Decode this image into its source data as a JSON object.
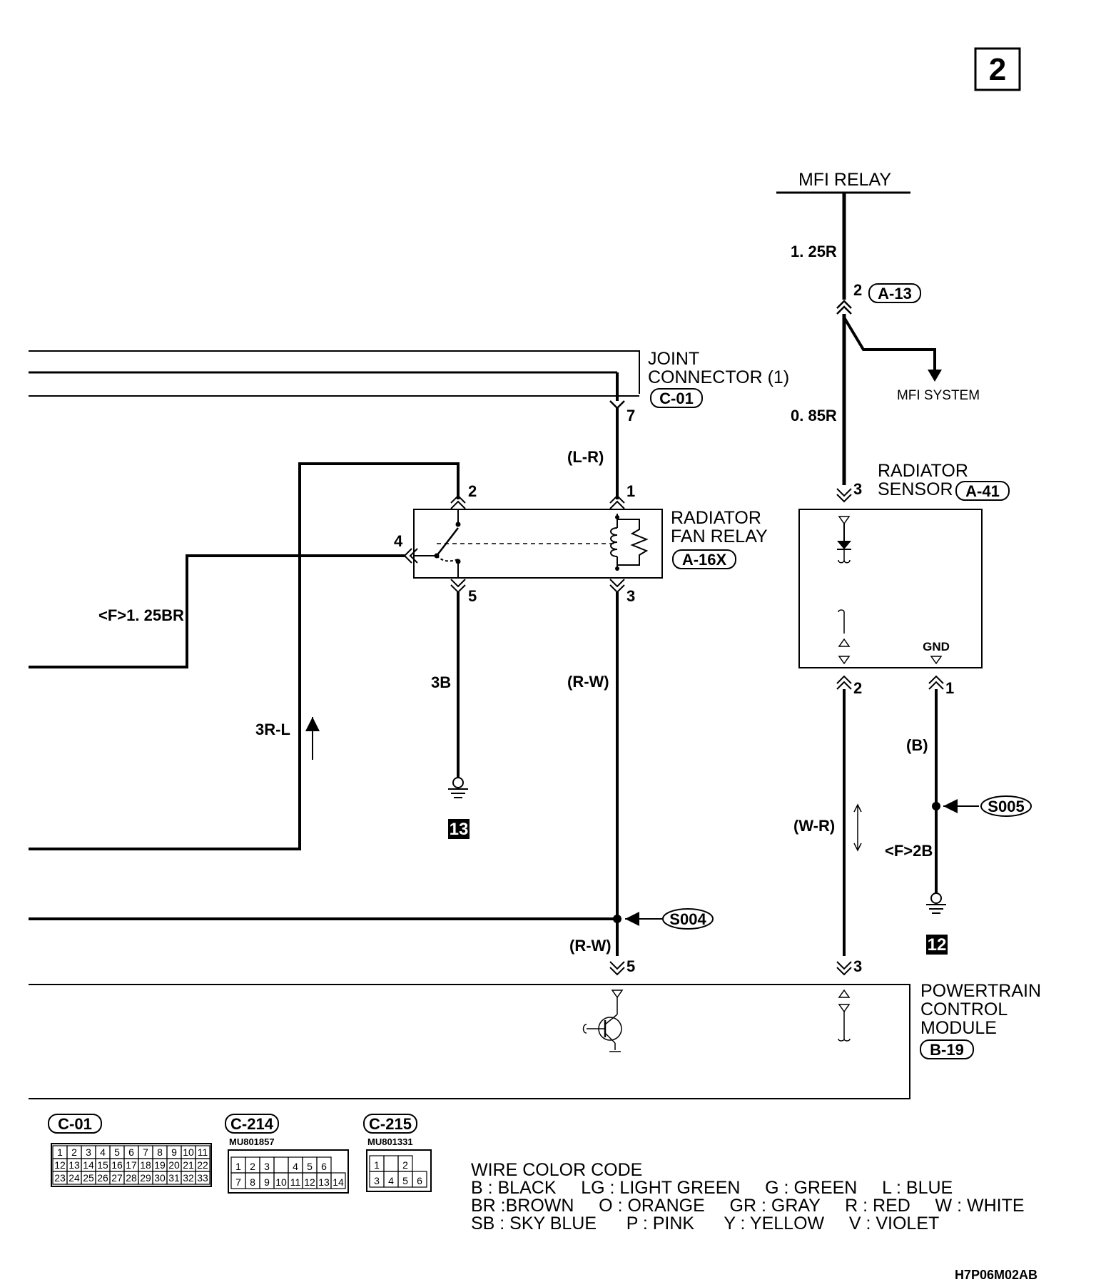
{
  "page_number": "2",
  "mfi_relay": {
    "label": "MFI RELAY",
    "wire_top": "1. 25R",
    "connector_pin": "2",
    "connector_id": "A-13",
    "wire_bottom": "0. 85R",
    "branch_label": "MFI SYSTEM"
  },
  "joint_connector": {
    "line1": "JOINT",
    "line2": "CONNECTOR (1)",
    "connector_id": "C-01",
    "pin": "7"
  },
  "radiator_fan_relay": {
    "line1": "RADIATOR",
    "line2": "FAN RELAY",
    "connector_id": "A-16X",
    "pins": [
      "1",
      "2",
      "3",
      "4",
      "5"
    ]
  },
  "radiator_sensor": {
    "line1": "RADIATOR",
    "line2": "SENSOR",
    "connector_id": "A-41",
    "pin_top": "3",
    "pin_bottom_left": "2",
    "pin_bottom_right": "1",
    "gnd_label": "GND"
  },
  "powertrain_control_module": {
    "line1": "POWERTRAIN",
    "line2": "CONTROL",
    "line3": "MODULE",
    "connector_id": "B-19",
    "pin_left": "5",
    "pin_right": "3"
  },
  "wires": {
    "l_r": "(L-R)",
    "f_125br": "<F>1. 25BR",
    "three_b": "3B",
    "r_w_upper": "(R-W)",
    "r_w_lower": "(R-W)",
    "three_r_l": "3R-L",
    "w_r": "(W-R)",
    "b": "(B)",
    "f_2b": "<F>2B"
  },
  "splices": {
    "s004": "S004",
    "s005": "S005"
  },
  "grounds": {
    "g13": "13",
    "g12": "12"
  },
  "connector_views": {
    "c01": {
      "id": "C-01",
      "rows": [
        [
          "1",
          "2",
          "3",
          "4",
          "5",
          "6",
          "7",
          "8",
          "9",
          "10",
          "11"
        ],
        [
          "12",
          "13",
          "14",
          "15",
          "16",
          "17",
          "18",
          "19",
          "20",
          "21",
          "22"
        ],
        [
          "23",
          "24",
          "25",
          "26",
          "27",
          "28",
          "29",
          "30",
          "31",
          "32",
          "33"
        ]
      ]
    },
    "c214": {
      "id": "C-214",
      "part": "MU801857",
      "rows": [
        [
          "1",
          "2",
          "3",
          "",
          "4",
          "5",
          "6"
        ],
        [
          "7",
          "8",
          "9",
          "10",
          "11",
          "12",
          "13",
          "14"
        ]
      ]
    },
    "c215": {
      "id": "C-215",
      "part": "MU801331",
      "rows": [
        [
          "1",
          "",
          "2"
        ],
        [
          "3",
          "4",
          "5",
          "6"
        ]
      ]
    }
  },
  "wire_color_code": {
    "title": "WIRE COLOR CODE",
    "line1": "B : BLACK     LG : LIGHT GREEN     G : GREEN     L : BLUE",
    "line2": "BR :BROWN     O : ORANGE     GR : GRAY     R : RED     W : WHITE",
    "line3": "SB : SKY BLUE      P : PINK      Y : YELLOW     V : VIOLET"
  },
  "diagram_code": "H7P06M02AB"
}
